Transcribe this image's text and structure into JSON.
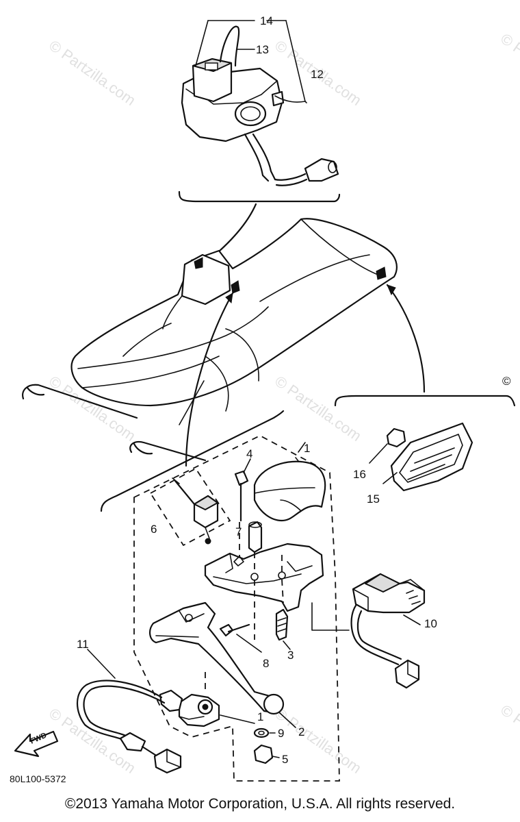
{
  "diagram": {
    "callouts": {
      "c1": "1",
      "c2": "2",
      "c3": "3",
      "c4": "4",
      "c5": "5",
      "c6": "6",
      "c7": "7",
      "c8": "8",
      "c9": "9",
      "c10": "10",
      "c11": "11",
      "c12": "12",
      "c13": "13",
      "c14": "14",
      "c15": "15",
      "c16": "16"
    },
    "part_code": "80L100-5372",
    "forward_arrow_label": "FWD",
    "watermark": "© Partzilla.com",
    "edge_mark": "©"
  },
  "footer": {
    "copyright": "©2013 Yamaha Motor Corporation, U.S.A. All rights reserved."
  }
}
